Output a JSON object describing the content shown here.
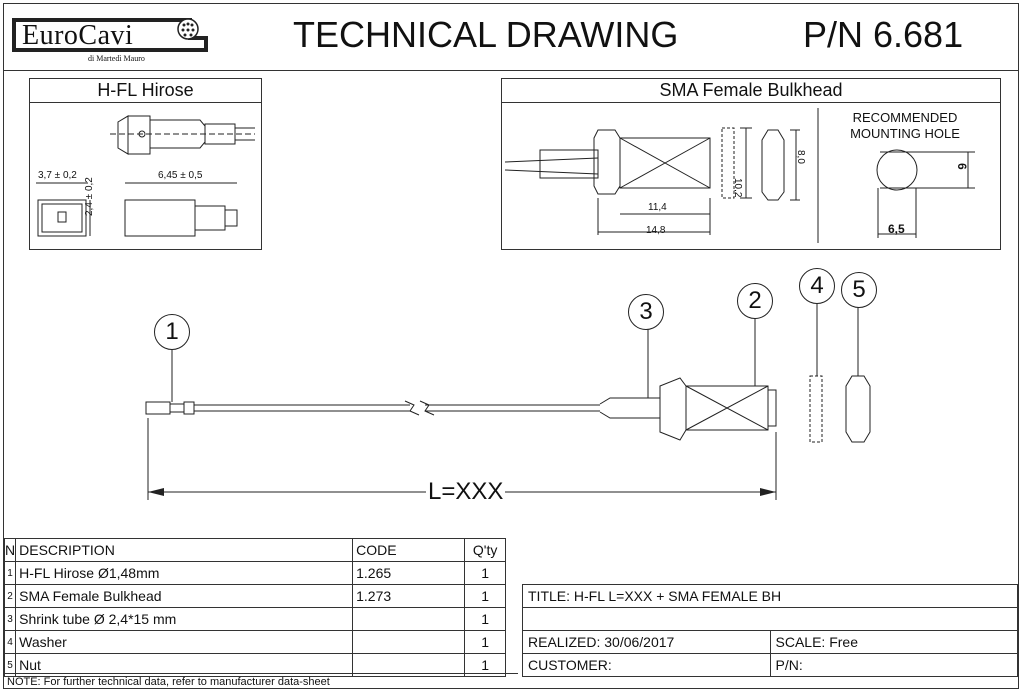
{
  "header": {
    "logo_text": "EuroCavi",
    "logo_sub": "di Martedì Mauro",
    "title": "TECHNICAL DRAWING",
    "part_number": "P/N 6.681"
  },
  "hfl_box": {
    "title": "H-FL Hirose",
    "dim_width": "3,7 ± 0,2",
    "dim_length": "6,45 ± 0,5",
    "dim_height": "2,4 ± 0,2"
  },
  "sma_box": {
    "title": "SMA Female Bulkhead",
    "dim_body": "11,4",
    "dim_total": "14,8",
    "dim_washer": "10,2",
    "dim_nut": "8,0",
    "mounting_line1": "RECOMMENDED",
    "mounting_line2": "MOUNTING HOLE",
    "hole_height": "6",
    "hole_width": "6,5"
  },
  "drawing": {
    "callouts": [
      "1",
      "2",
      "3",
      "4",
      "5"
    ],
    "length_label": "L=XXX"
  },
  "bom": {
    "headers": {
      "n": "N",
      "description": "DESCRIPTION",
      "code": "CODE",
      "qty": "Q'ty"
    },
    "rows": [
      {
        "n": "1",
        "description": "H-FL Hirose Ø1,48mm",
        "code": "1.265",
        "qty": "1"
      },
      {
        "n": "2",
        "description": "SMA Female Bulkhead",
        "code": "1.273",
        "qty": "1"
      },
      {
        "n": "3",
        "description": "Shrink tube Ø 2,4*15 mm",
        "code": "",
        "qty": "1"
      },
      {
        "n": "4",
        "description": "Washer",
        "code": "",
        "qty": "1"
      },
      {
        "n": "5",
        "description": "Nut",
        "code": "",
        "qty": "1"
      }
    ],
    "note": "NOTE: For further technical data, refer to manufacturer data-sheet"
  },
  "title_block": {
    "title": "TITLE: H-FL L=XXX + SMA FEMALE BH",
    "realized": "REALIZED: 30/06/2017",
    "scale": "SCALE: Free",
    "customer": "CUSTOMER:",
    "pn": "P/N:"
  }
}
